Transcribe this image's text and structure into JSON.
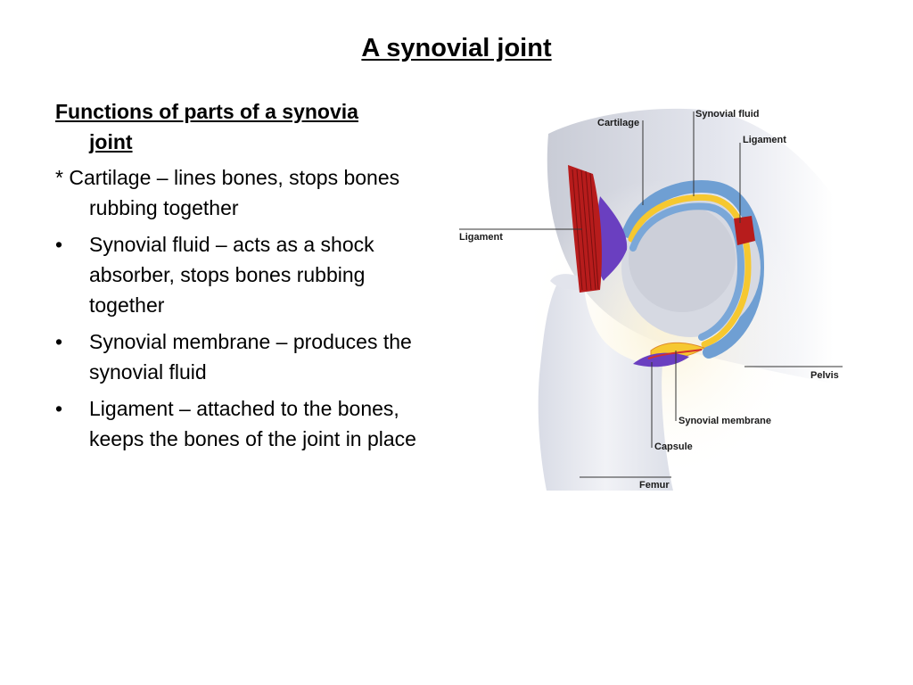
{
  "slide": {
    "title": "A synovial joint"
  },
  "text": {
    "heading_line1": "Functions of parts of a synovia",
    "heading_line2": "joint",
    "cartilage_para": "* Cartilage – lines bones, stops bones rubbing together",
    "bullets": [
      {
        "symbol": "•",
        "text": "Synovial fluid – acts as a shock absorber, stops bones rubbing together"
      },
      {
        "symbol": "•",
        "text": "Synovial membrane – produces the synovial fluid"
      },
      {
        "symbol": "•",
        "text": "Ligament – attached to the bones, keeps the bones of the joint in place"
      }
    ]
  },
  "diagram": {
    "labels": {
      "cartilage": "Cartilage",
      "synovial_fluid": "Synovial fluid",
      "ligament_top": "Ligament",
      "ligament_left": "Ligament",
      "pelvis": "Pelvis",
      "synovial_membrane": "Synovial membrane",
      "capsule": "Capsule",
      "femur": "Femur"
    },
    "colors": {
      "bone": "#e6e8ef",
      "cartilage": "#6f9fd3",
      "synovial_fluid": "#f6c830",
      "ligament": "#b71c1c",
      "capsule": "#6a3fc0",
      "membrane": "#d32f2f"
    }
  }
}
